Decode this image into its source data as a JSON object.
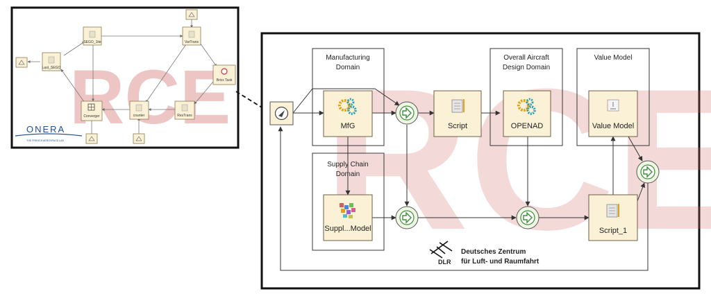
{
  "left_workflow": {
    "nodes": {
      "sego_1": "SEGO_1ite",
      "vartrans": "VarTrans",
      "last_sego": "Last_SEGO",
      "brics": "Brics Task",
      "converger": "Converger",
      "counter": "counter",
      "restrans": "ResTrans"
    },
    "logo": {
      "name": "ONERA",
      "tagline": "THE FRENCH AEROSPACE LAB"
    }
  },
  "right_workflow": {
    "domains": {
      "manufacturing": [
        "Manufacturing",
        "Domain"
      ],
      "overall": [
        "Overall Aircraft",
        "Design Domain"
      ],
      "value": [
        "Value Model"
      ],
      "supply": [
        "Supply Chain",
        "Domain"
      ]
    },
    "components": {
      "mfg": "MfG",
      "script": "Script",
      "openad": "OPENAD",
      "value_model": "Value Model",
      "supply_model": "Suppl...Model",
      "script_1": "Script_1"
    },
    "logo": {
      "abbr": "DLR",
      "line1": "Deutsches Zentrum",
      "line2": "für Luft- und Raumfahrt"
    }
  },
  "watermark": "RCE",
  "colors": {
    "frame": "#111111",
    "node_fill": "#fbf1d6",
    "node_border": "#8a7a55",
    "merge_fill": "#eff6e4",
    "merge_arrow": "#3f8f3a",
    "watermark": "#d46a6a",
    "gear_teal": "#2aa0b6",
    "gear_orange": "#e2a31c",
    "onera_blue": "#1f4f8f"
  }
}
